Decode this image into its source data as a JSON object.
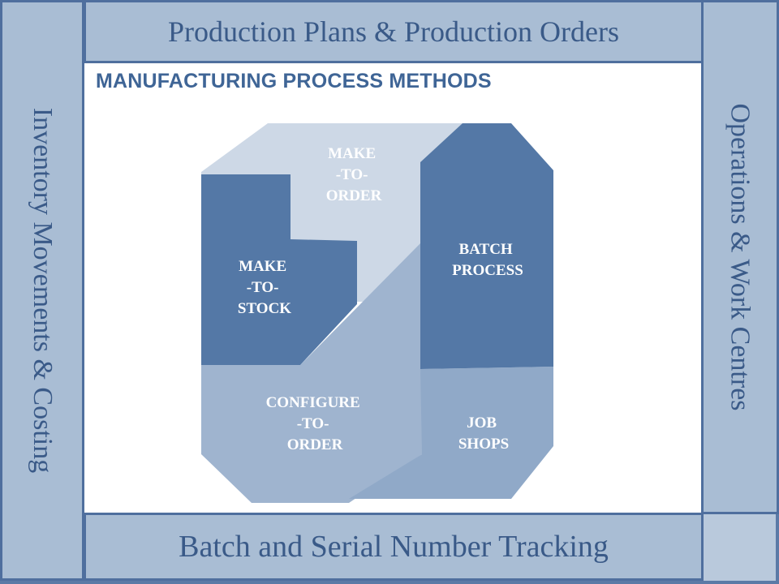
{
  "header": {
    "title": "Production Plans & Production Orders"
  },
  "footer": {
    "title": "Batch and Serial Number Tracking"
  },
  "left_side": {
    "title": "Inventory Movements & Costing"
  },
  "right_side": {
    "title": "Operations & Work Centres"
  },
  "panel": {
    "title": "MANUFACTURING PROCESS METHODS"
  },
  "shapes": {
    "make_to_order": {
      "lines": [
        "MAKE",
        "-TO-",
        "ORDER"
      ]
    },
    "make_to_stock": {
      "lines": [
        "MAKE",
        "-TO-",
        "STOCK"
      ]
    },
    "batch_process": {
      "lines": [
        "BATCH",
        "PROCESS"
      ]
    },
    "configure_to_order": {
      "lines": [
        "CONFIGURE",
        "-TO-",
        "ORDER"
      ]
    },
    "job_shops": {
      "lines": [
        "JOB",
        "SHOPS"
      ]
    }
  },
  "colors": {
    "dark_blue": "#5478a6",
    "light_blue": "#cdd8e6",
    "mid_blue": "#9fb4cf",
    "mid_blue_2": "#90a9c8",
    "frame": "#b9c9dc",
    "text_blue": "#3a5a88"
  }
}
